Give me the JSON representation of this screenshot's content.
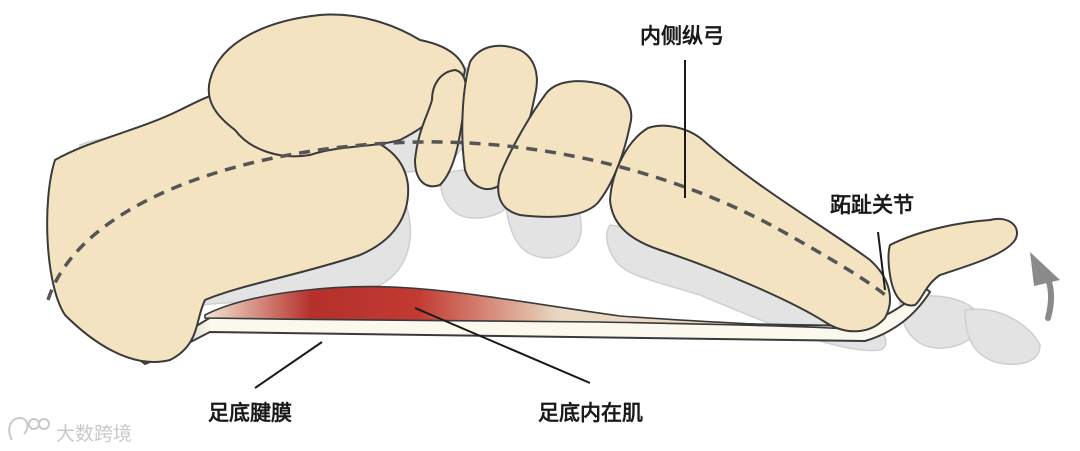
{
  "labels": {
    "medial_arch": "内侧纵弓",
    "mtp_joint": "跖趾关节",
    "plantar_fascia": "足底腱膜",
    "intrinsic_muscles": "足底内在肌"
  },
  "watermark": {
    "text": "大数跨境"
  },
  "colors": {
    "bone_fill": "#f4e3c1",
    "bone_stroke": "#3a3a3a",
    "shadow_bone": "#e3e3e3",
    "muscle": "#c0302c",
    "fascia": "#fbf8ee",
    "arch_line": "#555555",
    "arrow": "#8a8a8a"
  },
  "icons": [
    "curved-arrow-up-icon",
    "watermark-logo-icon"
  ]
}
